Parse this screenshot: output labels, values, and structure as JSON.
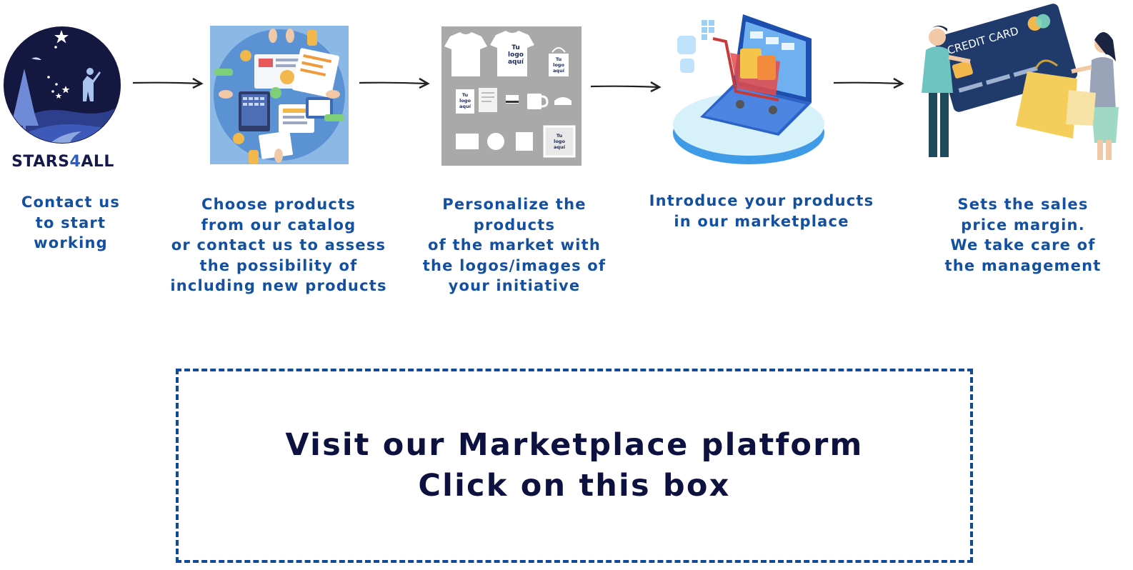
{
  "logo": {
    "text": "STARS4ALL",
    "text_pre": "STARS",
    "text_num": "4",
    "text_post": "ALL"
  },
  "steps": [
    {
      "icon": "stars4all-logo-icon",
      "caption": "Contact us\nto start working"
    },
    {
      "icon": "team-catalog-icon",
      "caption": "Choose products\nfrom our catalog\nor contact us to assess\nthe possibility of\nincluding new products"
    },
    {
      "icon": "branded-products-icon",
      "caption": "Personalize the products\nof the market with\nthe logos/images of\nyour initiative"
    },
    {
      "icon": "shopping-cart-laptop-icon",
      "caption": "Introduce your products\nin our marketplace"
    },
    {
      "icon": "credit-card-shopping-icon",
      "caption": "Sets the sales\nprice margin.\nWe take care of\nthe management"
    }
  ],
  "mockup_label": "Tu logo aquí",
  "mockup_label_lines": [
    "Tu",
    "logo",
    "aquí"
  ],
  "credit_card_label": "CREDIT CARD",
  "cta": {
    "line1": "Visit our Marketplace platform",
    "line2": "Click on this box"
  },
  "colors": {
    "caption_blue": "#1450a0",
    "cta_text": "#0d1140",
    "cta_border": "#124a9a",
    "logo_navy": "#161a4a"
  }
}
